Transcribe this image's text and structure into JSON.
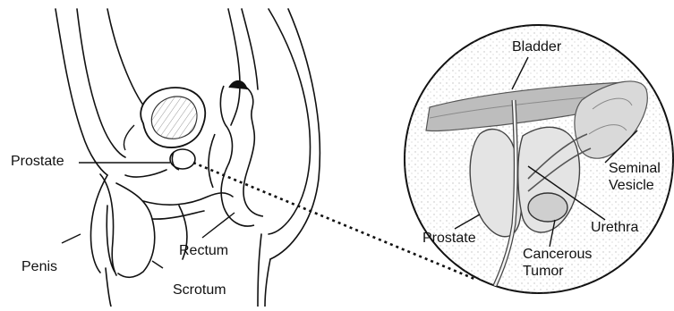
{
  "labels": {
    "prostate_left": "Prostate",
    "penis": "Penis",
    "rectum": "Rectum",
    "scrotum": "Scrotum",
    "bladder": "Bladder",
    "seminal_vesicle_line1": "Seminal",
    "seminal_vesicle_line2": "Vesicle",
    "urethra": "Urethra",
    "prostate_right": "Prostate",
    "cancerous_tumor_line1": "Cancerous",
    "cancerous_tumor_line2": "Tumor"
  },
  "colors": {
    "ink": "#111111",
    "bladder_band": "#bfbfbf",
    "tissue": "#cfcfcf",
    "background": "#ffffff"
  }
}
